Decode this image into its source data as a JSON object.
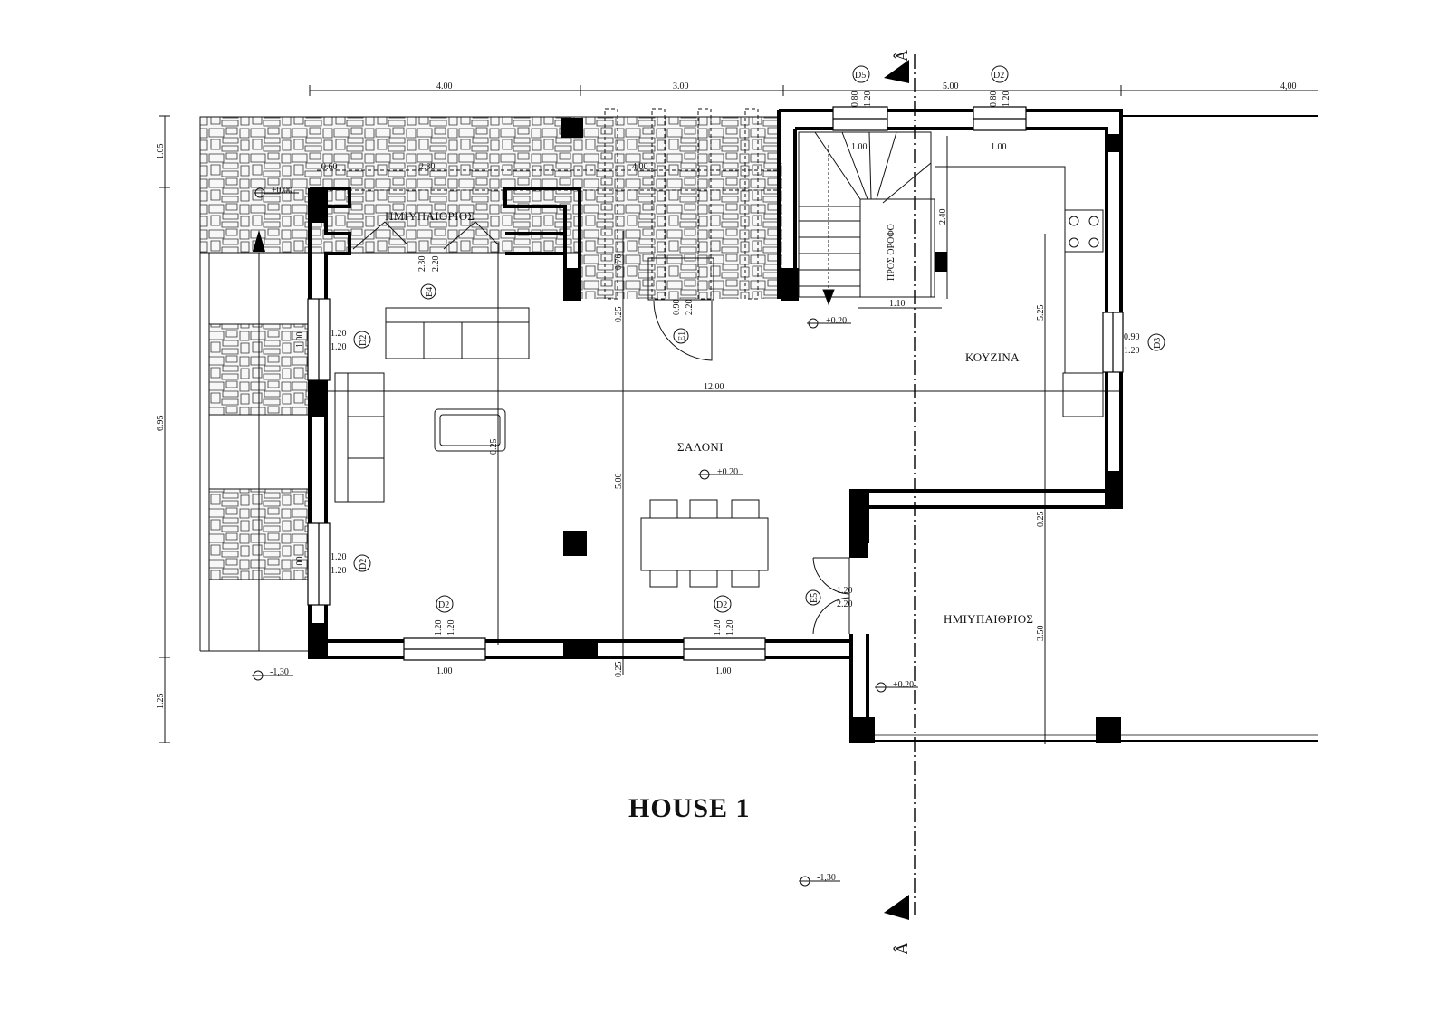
{
  "title": "HOUSE 1",
  "rooms": {
    "semi_outdoor_top": "ΗΜΙΥΠΑΙΘΡΙΟΣ",
    "semi_outdoor_right": "ΗΜΙΥΠΑΙΘΡΙΟΣ",
    "kitchen": "ΚΟΥΖΙΝΑ",
    "living": "ΣΑΛΟΝΙ",
    "stairs_up": "ΠΡΟΣ ΟΡΟΦΟ"
  },
  "section_marker": {
    "label": "Â"
  },
  "levels": {
    "l_top": "±0.00",
    "l_stair": "+0.20",
    "l_living": "+0.20",
    "l_right": "+0.20",
    "l_left_bottom": "-1,30",
    "l_bottom": "-1,30"
  },
  "openings": {
    "e4": "E4",
    "e1": "E1",
    "e5": "E5",
    "d5": "D5",
    "d2_top": "D2",
    "d3": "D3",
    "d2_left1": "D2",
    "d2_left2": "D2",
    "d2_bottom1": "D2",
    "d2_bottom2": "D2"
  },
  "dimensions": {
    "top_400": "4.00",
    "top_300": "3.00",
    "top_500": "5.00",
    "top_400b": "4,00",
    "left_105": "1.05",
    "left_695": "6.95",
    "left_125": "1.25",
    "d_060": "0.60",
    "d_230a": "2.30",
    "d_400": "4.00",
    "e4_w": "2.30",
    "e4_h": "2.20",
    "d076": "0.76",
    "e1_w": "0.90",
    "e1_h": "2.20",
    "d025a": "0.25",
    "d5_w": "0.80",
    "d5_h": "1.20",
    "d5_sill": "1.00",
    "d2t_w": "0.80",
    "d2t_h": "1.20",
    "d2t_sill": "1.00",
    "d240": "2.40",
    "d110": "1.10",
    "d525": "5.25",
    "d3_w": "0.90",
    "d3_h": "1.20",
    "w1200": "12.00",
    "dl1_w": "1.20",
    "dl1_h": "1.20",
    "dl1_s": "1.00",
    "dl2_w": "1.20",
    "dl2_h": "1.20",
    "dl2_s": "1.00",
    "d025b": "0.25",
    "d500": "5.00",
    "e5_w": "1.20",
    "e5_h": "2.20",
    "d025c": "0.25",
    "d350": "3.50",
    "db1_w": "1.20",
    "db1_h": "1.20",
    "db1_s": "1.00",
    "db2_w": "1.20",
    "db2_h": "1.20",
    "db2_s": "1.00",
    "d025d": "0.25"
  },
  "colors": {
    "ink": "#000000",
    "stone_fill": "#f4f4f4"
  }
}
